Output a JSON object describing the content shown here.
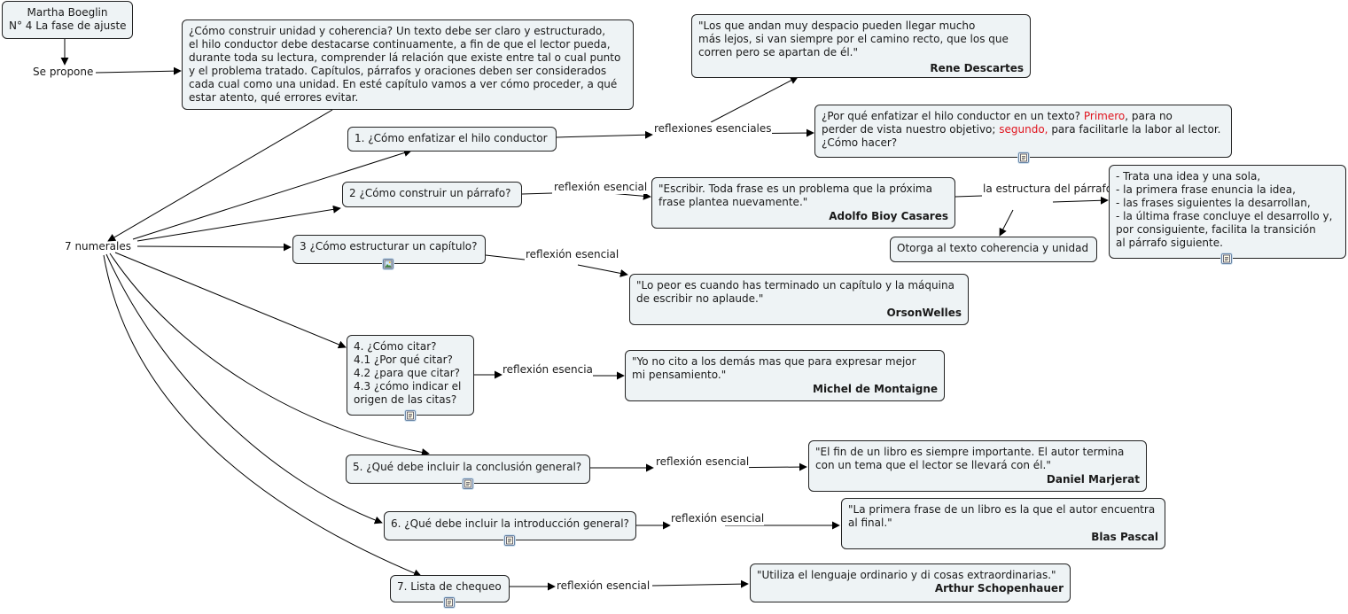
{
  "root": {
    "line1": "Martha Boeglin",
    "line2": "N° 4 La fase de ajuste"
  },
  "se_propone": "Se propone",
  "intro": {
    "lines": [
      "¿Cómo construir unidad y coherencia? Un texto debe ser claro y estructurado,",
      "el hilo conductor debe destacarse continuamente, a fin de que el lector pueda,",
      "durante toda su lectura, comprender lá relación que existe entre tal o cual punto",
      "y el problema tratado. Capítulos, párrafos y oraciones deben ser considerados",
      "cada cual como una unidad. En esté capítulo vamos a ver cómo proceder, a qué",
      "estar atento, qué errores evitar."
    ]
  },
  "seven": "7 numerales",
  "n1": {
    "title": "1. ¿Cómo enfatizar el hilo conductor",
    "label": [
      "reflexiones",
      "esenciales"
    ],
    "quote": {
      "lines": [
        "\"Los que andan muy despacio pueden llegar mucho",
        "más lejos, si van siempre por el camino recto, que los que",
        "corren pero se apartan de él.\""
      ],
      "author": "Rene Descartes"
    },
    "why": {
      "l1a": "¿Por qué enfatizar el hilo conductor en un texto? ",
      "l1b": "Primero",
      "l1c": ", para no",
      "l2a": "perder de vista nuestro objetivo; ",
      "l2b": "segundo,",
      "l2c": " para facilitarle la labor al lector.",
      "l3": "¿Cómo hacer?"
    }
  },
  "n2": {
    "title": "2 ¿Cómo construir un párrafo?",
    "label": [
      "reflexión",
      "esencial"
    ],
    "quote": {
      "lines": [
        "\"Escribir. Toda frase es un problema que la próxima",
        "frase plantea nuevamente.\""
      ],
      "author": "Adolfo Bioy Casares"
    },
    "estructura": [
      "la estructura",
      "del párrafo"
    ],
    "coherencia": "Otorga al texto coherencia y unidad",
    "list": [
      "- Trata una idea y una sola,",
      "- la primera frase enuncia la idea,",
      "- las frases siguientes la desarrollan,",
      "- la última frase concluye el desarrollo y,",
      "por consiguiente, facilita la transición",
      "al párrafo siguiente."
    ]
  },
  "n3": {
    "title": "3 ¿Cómo estructurar un capítulo?",
    "label": [
      "reflexión",
      "esencial"
    ],
    "quote": {
      "lines": [
        "\"Lo peor es cuando has terminado un capítulo y la máquina",
        "de escribir no aplaude.\""
      ],
      "author": "OrsonWelles"
    }
  },
  "n4": {
    "lines": [
      "4. ¿Cómo citar?",
      "4.1 ¿Por qué citar?",
      "4.2 ¿para que citar?",
      "4.3 ¿cómo indicar el",
      "origen de las citas?"
    ],
    "label": [
      "reflexión",
      "esencia"
    ],
    "quote": {
      "lines": [
        "\"Yo no cito a los demás mas que para expresar mejor",
        "mi pensamiento.\""
      ],
      "author": "Michel de Montaigne"
    }
  },
  "n5": {
    "title": "5. ¿Qué debe incluir la conclusión general?",
    "label": [
      "reflexión",
      "esencial"
    ],
    "quote": {
      "lines": [
        "\"El fin de un libro es siempre importante. El autor termina",
        "con un tema que el lector se llevará con él.\""
      ],
      "author": "Daniel Marjerat"
    }
  },
  "n6": {
    "title": "6. ¿Qué debe incluir la introducción general?",
    "label": [
      "reflexión",
      "esencial"
    ],
    "quote": {
      "lines": [
        "\"La primera frase de un libro es la que el autor encuentra",
        "al final.\""
      ],
      "author": "Blas Pascal"
    }
  },
  "n7": {
    "title": "7. Lista de chequeo",
    "label": "reflexión esencial",
    "quote": {
      "lines": [
        "\"Utiliza el lenguaje ordinario y di cosas extraordinarias.\""
      ],
      "author": "Arthur Schopenhauer"
    }
  },
  "colors": {
    "node_bg": "#eef3f5",
    "border": "#222222",
    "highlight": "#e0141e"
  },
  "icons": [
    "document-icon",
    "image-icon"
  ]
}
